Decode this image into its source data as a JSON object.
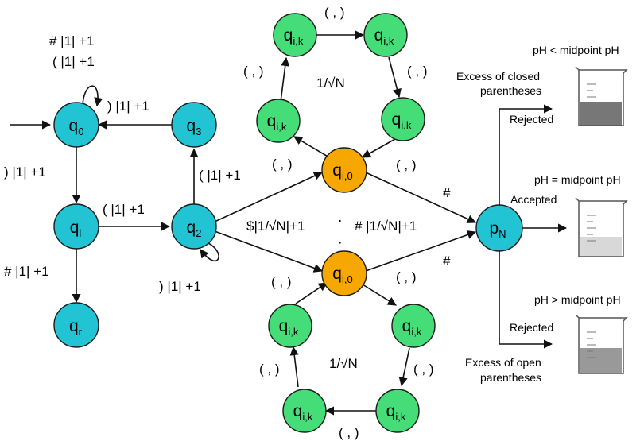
{
  "colors": {
    "cyan_state": "#22c4d4",
    "green_state": "#44dd77",
    "orange_state": "#f6a800",
    "stroke": "#1a1a1a",
    "beaker_acid": "#777777",
    "beaker_neutral": "#d8d8d8",
    "beaker_basic": "#999999"
  },
  "states": {
    "q0": {
      "base": "q",
      "sub": "0"
    },
    "q3": {
      "base": "q",
      "sub": "3"
    },
    "ql": {
      "base": "q",
      "sub": "l"
    },
    "q2": {
      "base": "q",
      "sub": "2"
    },
    "qr": {
      "base": "q",
      "sub": "r"
    },
    "qi0_top": {
      "base": "q",
      "sub": "i,0"
    },
    "qi0_bot": {
      "base": "q",
      "sub": "i,0"
    },
    "pN": {
      "base": "p",
      "sub": "N"
    },
    "qik": {
      "base": "q",
      "sub": "i,k"
    }
  },
  "edge_labels": {
    "self_q0_a": "# |1| +1",
    "self_q0_b": "( |1| +1",
    "q3_q0": ") |1| +1",
    "q0_ql": ") |1| +1",
    "ql_q2": "( |1| +1",
    "q2_q3": "( |1| +1",
    "ql_qr": "# |1| +1",
    "self_q2": ") |1| +1",
    "left_branch": "$|1/√N|+1",
    "right_branch": "# |1/√N|+1",
    "vdots": "·",
    "paren": "( , )",
    "hash": "#",
    "cycle_amp": "1/√N"
  },
  "outcomes": {
    "acid_ph": "pH < midpoint pH",
    "acid_reason_1": "Excess of closed",
    "acid_reason_2": "parentheses",
    "acid_result": "Rejected",
    "neutral_ph": "pH = midpoint pH",
    "neutral_result": "Accepted",
    "basic_ph": "pH > midpoint pH",
    "basic_result": "Rejected",
    "basic_reason_1": "Excess of open",
    "basic_reason_2": "parentheses"
  }
}
